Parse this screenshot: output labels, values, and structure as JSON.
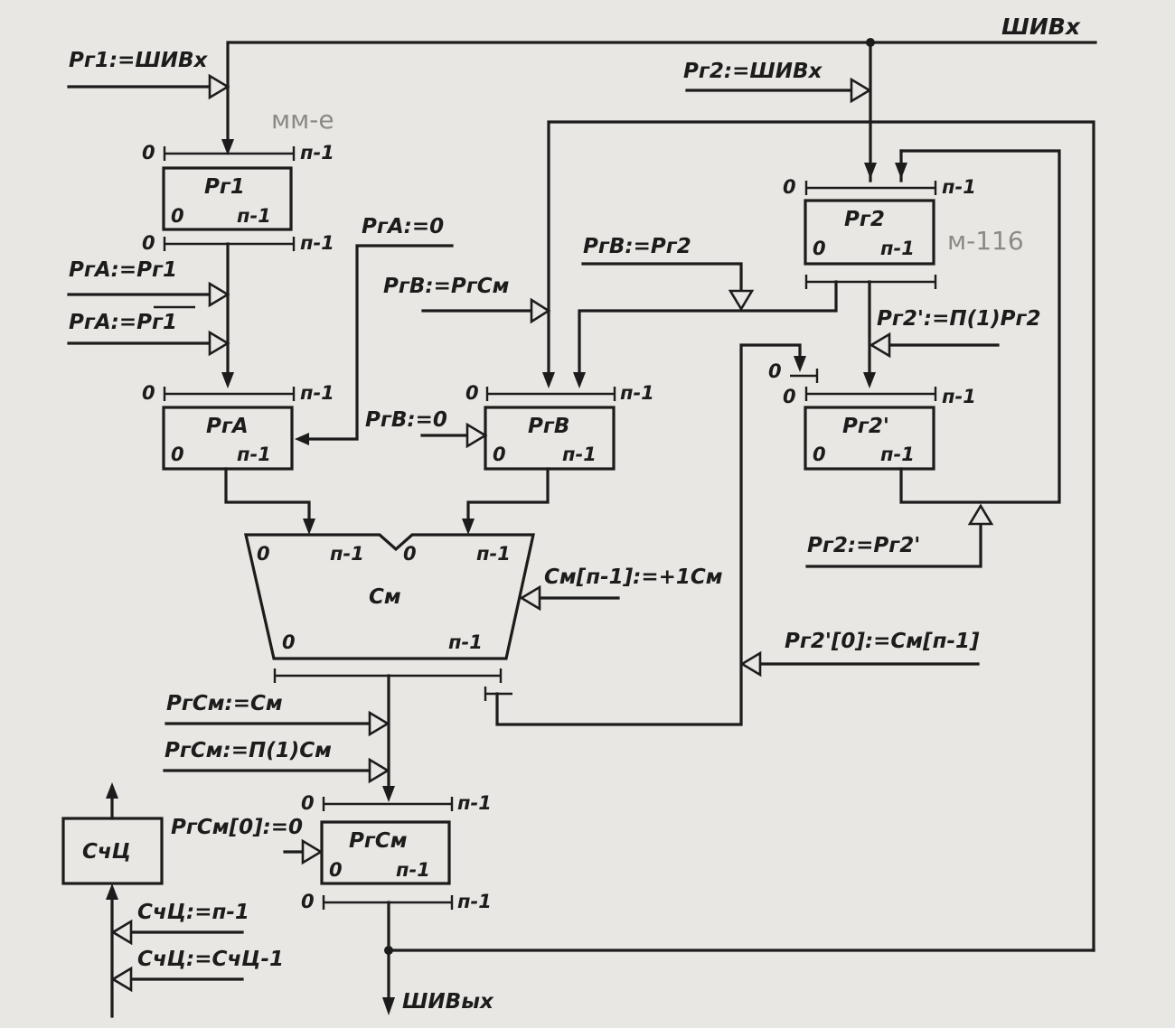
{
  "bus_in": "ШИВх",
  "bus_out": "ШИВых",
  "registers": {
    "pr1": "Рг1",
    "pr2": "Рг2",
    "pra": "РгА",
    "prb": "РгВ",
    "pr2p": "Рг2'",
    "prsm": "РгСм",
    "sm": "См",
    "cnt": "СчЦ"
  },
  "bits": {
    "lo": "0",
    "hi": "п-1"
  },
  "signals": {
    "pr1_load": "Рг1:=ШИВх",
    "pr2_load": "Рг2:=ШИВх",
    "pra_zero": "РгА:=0",
    "pra_pr1": "РгА:=Рг1",
    "pra_neg_prefix": "РгА:=",
    "pra_neg_operand": "Рг1",
    "prb_prsm": "РгВ:=РгСм",
    "prb_pr2": "РгВ:=Рг2",
    "prb_zero": "РгВ:=0",
    "pr2p_shift": "Рг2':=П(1)Рг2",
    "pr2_pr2p": "Рг2:=Рг2'",
    "sm_inc": "См[п-1]:=+1См",
    "pr2p0_sm": "Рг2'[0]:=См[п-1]",
    "prsm_sm": "РгСм:=См",
    "prsm_shift": "РгСм:=П(1)См",
    "prsm0_zero": "РгСм[0]:=0",
    "cnt_load": "СчЦ:=п-1",
    "cnt_dec": "СчЦ:=СчЦ-1"
  },
  "handwritten_notes": [
    "мм-е",
    "м-116"
  ]
}
